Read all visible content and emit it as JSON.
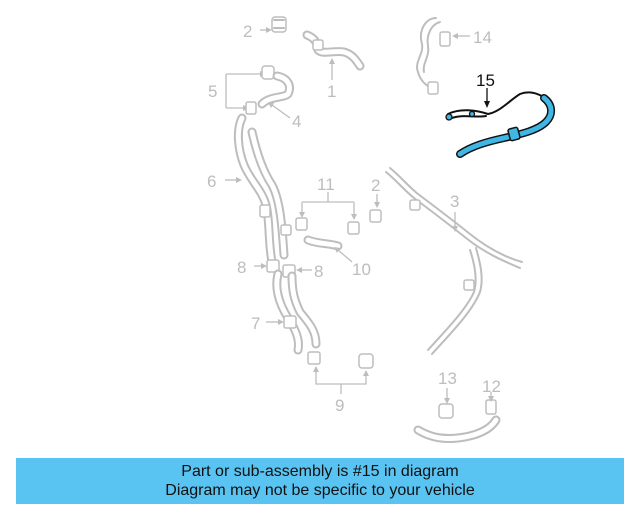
{
  "diagram": {
    "highlighted_part": "15",
    "callouts": {
      "c1": "1",
      "c2a": "2",
      "c2b": "2",
      "c3": "3",
      "c4": "4",
      "c5": "5",
      "c6": "6",
      "c7": "7",
      "c8a": "8",
      "c8b": "8",
      "c9": "9",
      "c10": "10",
      "c11": "11",
      "c12": "12",
      "c13": "13",
      "c14": "14",
      "c15": "15"
    },
    "colors": {
      "highlight": "#3fb7e6",
      "parts": "#bdbdbd",
      "banner": "#59c3f2"
    }
  },
  "banner": {
    "line1": "Part or sub-assembly is #15 in diagram",
    "line2": "Diagram may not be specific to your vehicle"
  }
}
